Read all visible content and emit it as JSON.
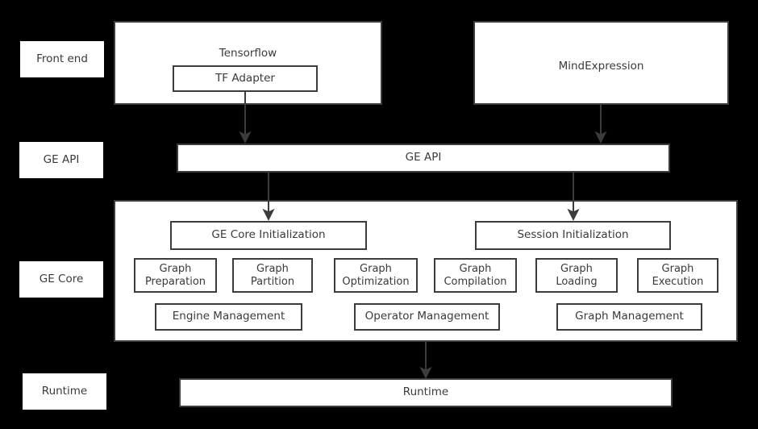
{
  "diagram": {
    "title": "GE (Graph Engine) architecture stack",
    "background_color": "#000000",
    "box_fill": "#ffffff",
    "box_border": "#3c3c3c",
    "text_color": "#3a3a3a"
  },
  "stage_labels": [
    {
      "id": "front-end",
      "label": "Front end"
    },
    {
      "id": "ge-api",
      "label": "GE API"
    },
    {
      "id": "ge-core",
      "label": "GE Core"
    },
    {
      "id": "runtime",
      "label": "Runtime"
    }
  ],
  "frontend": {
    "tensorflow": {
      "title": "Tensorflow",
      "child": "TF Adapter"
    },
    "mindexpression": {
      "title": "MindExpression"
    }
  },
  "ge_api": {
    "label": "GE API"
  },
  "ge_core": {
    "init_boxes": [
      {
        "label": "GE Core Initialization"
      },
      {
        "label": "Session Initialization"
      }
    ],
    "stage_boxes": [
      {
        "label": "Graph\nPreparation"
      },
      {
        "label": "Graph\nPartition"
      },
      {
        "label": "Graph\nOptimization"
      },
      {
        "label": "Graph\nCompilation"
      },
      {
        "label": "Graph\nLoading"
      },
      {
        "label": "Graph\nExecution"
      }
    ],
    "management_boxes": [
      {
        "label": "Engine Management"
      },
      {
        "label": "Operator Management"
      },
      {
        "label": "Graph Management"
      }
    ]
  },
  "runtime": {
    "label": "Runtime"
  },
  "arrows": [
    {
      "id": "tf-adapter-to-ge-api",
      "from": "TF Adapter",
      "to": "GE API"
    },
    {
      "id": "mindexpr-to-ge-api",
      "from": "MindExpression",
      "to": "GE API"
    },
    {
      "id": "ge-api-to-core-init",
      "from": "GE API",
      "to": "GE Core Initialization"
    },
    {
      "id": "ge-api-to-session-init",
      "from": "GE API",
      "to": "Session Initialization"
    },
    {
      "id": "ge-core-to-runtime",
      "from": "GE Core",
      "to": "Runtime"
    }
  ]
}
